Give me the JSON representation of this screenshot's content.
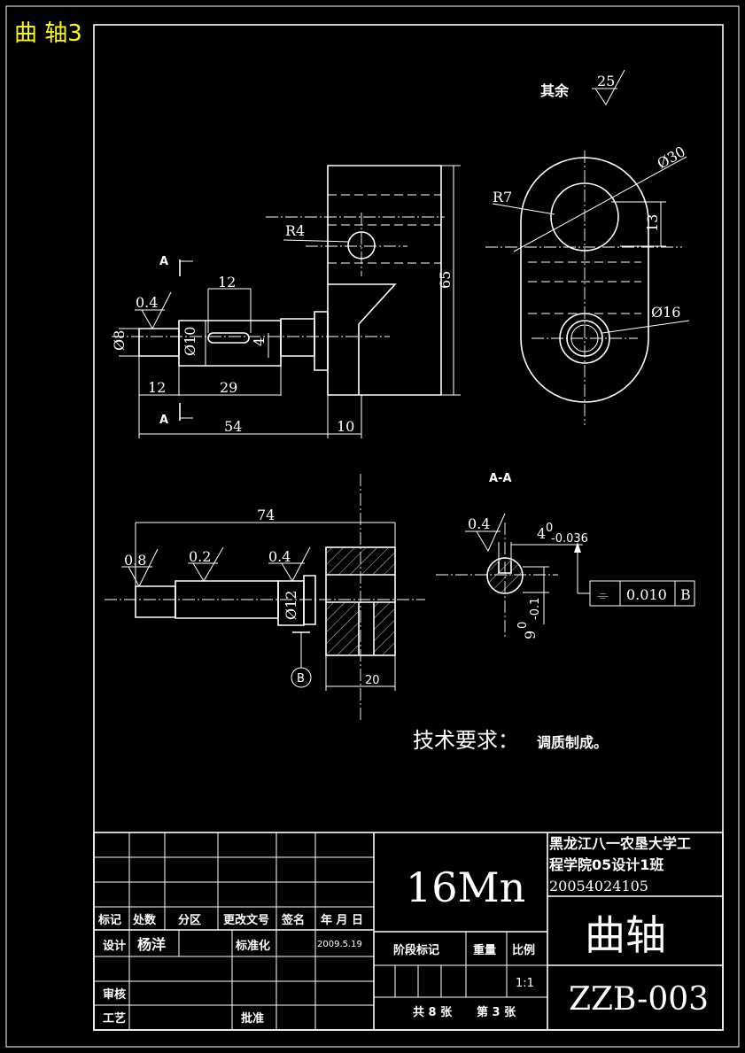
{
  "sheet_label": "曲 轴3",
  "surface_note": {
    "label": "其余",
    "value": "25"
  },
  "front_view": {
    "dims": {
      "d_phi8": "Ø8",
      "d_phi10": "Ø10",
      "d_4": "4",
      "d_12_top": "12",
      "d_12_bottom": "12",
      "d_29": "29",
      "d_54": "54",
      "d_10": "10",
      "d_65": "65",
      "r4": "R4"
    },
    "roughness": "0.4",
    "section_mark_top": "A",
    "section_mark_bottom": "A"
  },
  "side_view": {
    "dims": {
      "phi30": "Ø30",
      "r7": "R7",
      "d13": "13",
      "phi16": "Ø16"
    }
  },
  "bottom_view": {
    "dims": {
      "d74": "74",
      "phi12": "Ø12",
      "d20": "20"
    },
    "roughness": [
      "0.8",
      "0.2",
      "0.4"
    ],
    "datum": "B"
  },
  "section_view": {
    "title": "A-A",
    "roughness": "0.4",
    "width_nominal": "4",
    "width_upper": "0",
    "width_lower": "-0.036",
    "depth_nominal": "9",
    "depth_upper": "0",
    "depth_lower": "-0.1",
    "tolerance": {
      "symbol": "⌯",
      "value": "0.010",
      "datum": "B"
    }
  },
  "tech_requirement": {
    "label": "技术要求：",
    "content": "调质制成。"
  },
  "title_block": {
    "material": "16Mn",
    "institution": [
      "黑龙江八一农垦大学工",
      "程学院05设计1班",
      "20054024105"
    ],
    "part_name": "曲轴",
    "drawing_no": "ZZB-003",
    "headers": [
      "标记",
      "处数",
      "分区",
      "更改文号",
      "签名",
      "年 月 日"
    ],
    "design_label": "设计",
    "designer": "杨洋",
    "standardization_label": "标准化",
    "date": "2009.5.19",
    "review_label": "审核",
    "process_label": "工艺",
    "approve_label": "批准",
    "stage_label": "阶段标记",
    "weight_label": "重量",
    "scale_label": "比例",
    "scale": "1:1",
    "sheets_total": "共 8 张",
    "sheet_no": "第 3 张"
  }
}
